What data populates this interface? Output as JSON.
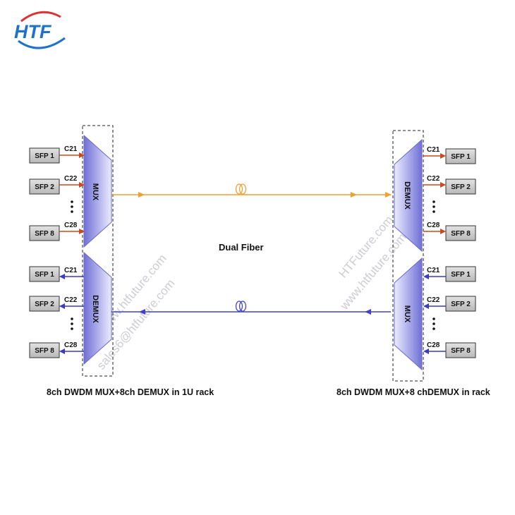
{
  "logo": {
    "text": "HTF"
  },
  "left_rack": {
    "mux_label": "MUX",
    "demux_label": "DEMUX",
    "caption": "8ch DWDM MUX+8ch DEMUX in 1U rack",
    "mux_ports": [
      {
        "sfp": "SFP 1",
        "channel": "C21"
      },
      {
        "sfp": "SFP 2",
        "channel": "C22"
      },
      {
        "sfp": "SFP 8",
        "channel": "C28"
      }
    ],
    "demux_ports": [
      {
        "sfp": "SFP 1",
        "channel": "C21"
      },
      {
        "sfp": "SFP 2",
        "channel": "C22"
      },
      {
        "sfp": "SFP 8",
        "channel": "C28"
      }
    ]
  },
  "right_rack": {
    "demux_label": "DEMUX",
    "mux_label": "MUX",
    "caption": "8ch DWDM MUX+8 chDEMUX in rack",
    "demux_ports": [
      {
        "sfp": "SFP 1",
        "channel": "C21"
      },
      {
        "sfp": "SFP 2",
        "channel": "C22"
      },
      {
        "sfp": "SFP 8",
        "channel": "C28"
      }
    ],
    "mux_ports": [
      {
        "sfp": "SFP 1",
        "channel": "C21"
      },
      {
        "sfp": "SFP 2",
        "channel": "C22"
      },
      {
        "sfp": "SFP 8",
        "channel": "C28"
      }
    ]
  },
  "link_label": "Dual Fiber",
  "watermarks": [
    "www.htfuture.com",
    "sales6@htfuture.com",
    "HTFuture.com",
    "www.htfuture.com"
  ],
  "colors": {
    "upper_fiber": "#f0a030",
    "lower_fiber": "#4040c8",
    "mux_arrow": "#c84a1e",
    "demux_arrow": "#3c3cc0",
    "trapezoid_light": "#e6e6fb",
    "trapezoid_dark": "#7878d6",
    "sfp_box": "#cfcfcf",
    "logo": "#1e73c8",
    "logo_swoosh": "#e03030"
  }
}
